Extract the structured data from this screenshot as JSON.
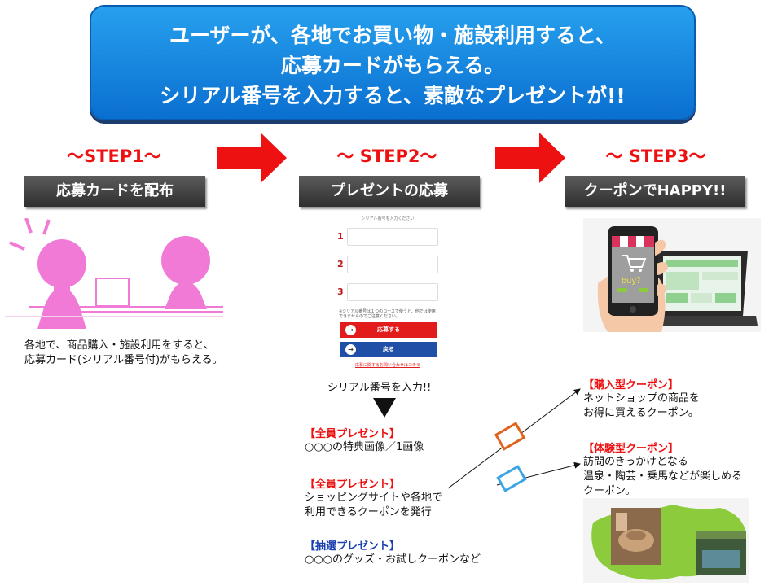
{
  "banner": {
    "line1": "ユーザーが、各地でお買い物・施設利用すると、",
    "line2": "応募カードがもらえる。",
    "line3": "シリアル番号を入力すると、素敵なプレゼントが!!"
  },
  "steps": [
    {
      "title": "〜STEP1〜",
      "label": "応募カードを配布"
    },
    {
      "title": "〜 STEP2〜",
      "label": "プレゼントの応募"
    },
    {
      "title": "〜 STEP3〜",
      "label": "クーポンでHAPPY!!"
    }
  ],
  "step1": {
    "desc_line1": "各地で、商品購入・施設利用をすると、",
    "desc_line2": "応募カード(シリアル番号付)がもらえる。"
  },
  "form": {
    "heading": "シリアル番号を入力ください",
    "numbers": [
      "1",
      "2",
      "3"
    ],
    "note": "※シリアル番号は１つのコースで使うと、他では使用できませんのでご注意ください。",
    "apply_button": "応募する",
    "back_button": "戻る",
    "contact_link": "応募に関するお問い合わせはコチラ"
  },
  "step2": {
    "caption": "シリアル番号を入力!!"
  },
  "presents": [
    {
      "tag": "【全員プレゼント】",
      "lines": [
        "○○○の特典画像／1画像"
      ],
      "color": "#ee1111"
    },
    {
      "tag": "【全員プレゼント】",
      "lines": [
        "ショッピングサイトや各地で",
        "利用できるクーポンを発行"
      ],
      "color": "#ee1111"
    },
    {
      "tag": "【抽選プレゼント】",
      "lines": [
        "○○○のグッズ・お試しクーポンなど"
      ],
      "color": "#1a3fb0"
    }
  ],
  "coupons": [
    {
      "tag": "【購入型クーポン】",
      "lines": [
        "ネットショップの商品を",
        "お得に買えるクーポン。"
      ],
      "color": "#ee1111"
    },
    {
      "tag": "【体験型クーポン】",
      "lines": [
        "訪問のきっかけとなる",
        "温泉・陶芸・乗馬などが楽しめる",
        "クーポン。"
      ],
      "color": "#ee1111"
    }
  ],
  "phone": {
    "screen_text": "buy？"
  },
  "colors": {
    "banner": "#1e8ee6",
    "step_title": "#ee1111",
    "arrow": "#ee1111",
    "step_label": "#3f3f3f",
    "person": "#f07ad6",
    "map": "#8ccc3c"
  }
}
